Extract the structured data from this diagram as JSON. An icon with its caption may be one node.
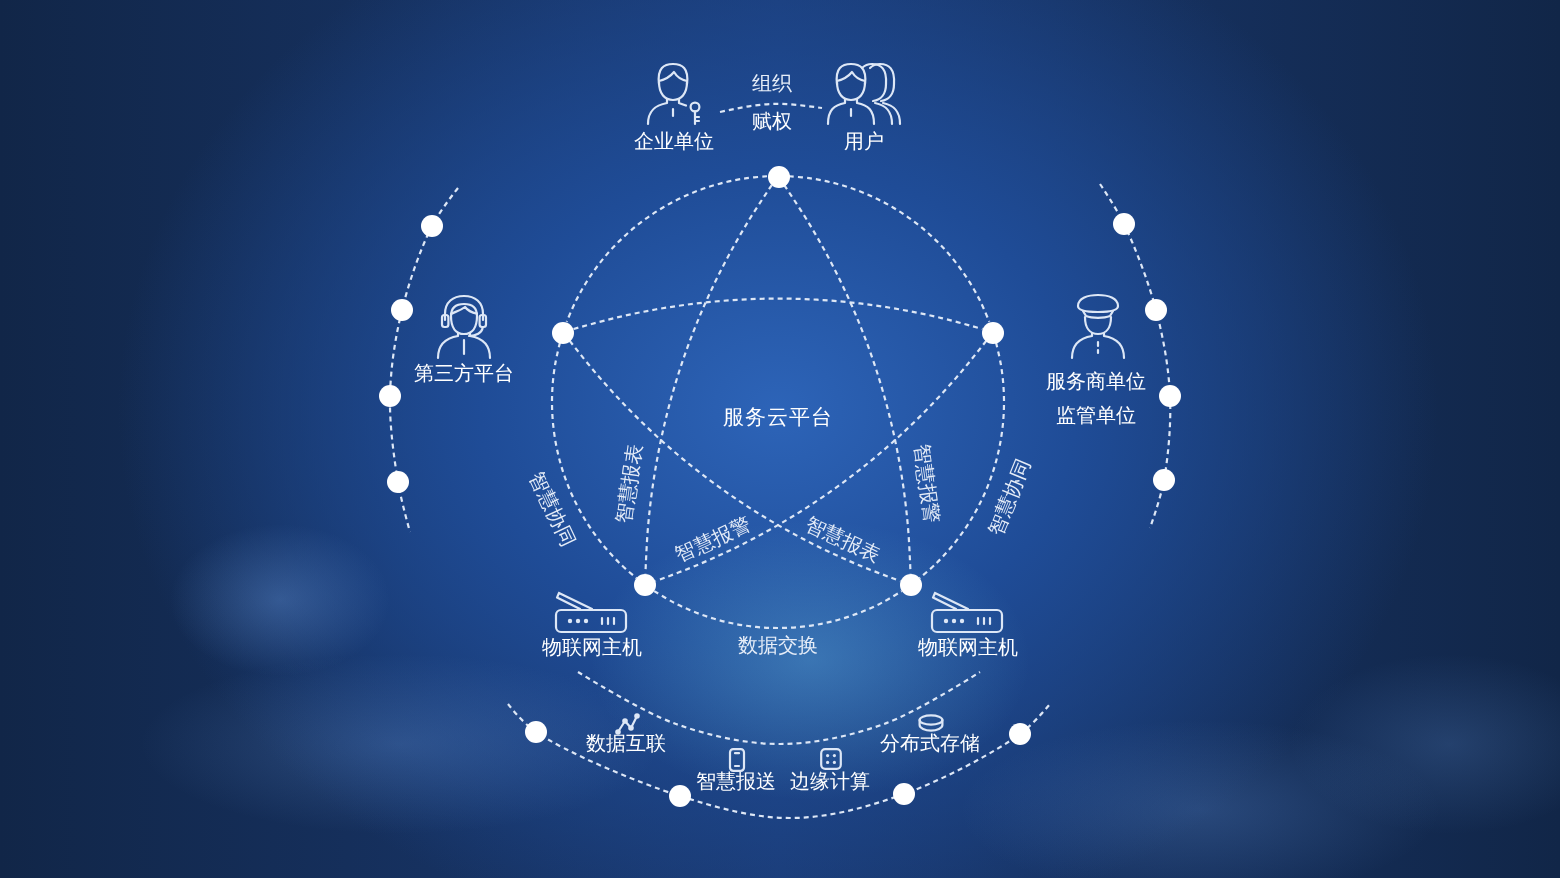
{
  "diagram": {
    "nodes": [
      {
        "text": [
          "企业单位"
        ]
      },
      {
        "text": [
          "用户"
        ]
      },
      {
        "text": [],
        "shape": "circle"
      },
      {
        "text": [],
        "shape": "circle",
        "beside": [
          "第三方平台"
        ]
      },
      {
        "text": [],
        "shape": "circle",
        "beside": [
          "服务商单位",
          "监管单位"
        ]
      },
      {
        "text": [],
        "shape": "circle",
        "beside": [
          "物联网主机"
        ]
      },
      {
        "text": [],
        "shape": "circle",
        "beside": [
          "物联网主机"
        ]
      }
    ],
    "edges": [
      {
        "from": 0,
        "to": 1,
        "arrow": "none",
        "label": "组织",
        "style": "dashed"
      },
      {
        "from": 2,
        "to": 5,
        "arrow": "none",
        "label": "智慧报表",
        "style": "dashed"
      },
      {
        "from": 2,
        "to": 6,
        "arrow": "none",
        "label": "智慧报警",
        "style": "dashed"
      },
      {
        "from": 3,
        "to": 4,
        "arrow": "none",
        "style": "dashed"
      },
      {
        "from": 3,
        "to": 6,
        "arrow": "none",
        "label": "智慧报表",
        "style": "dashed"
      },
      {
        "from": 4,
        "to": 5,
        "arrow": "none",
        "label": "智慧报警",
        "style": "dashed"
      },
      {
        "from": 2,
        "to": 3,
        "arrow": "none",
        "style": "dashed"
      },
      {
        "from": 2,
        "to": 4,
        "arrow": "none",
        "style": "dashed"
      },
      {
        "from": 3,
        "to": 5,
        "arrow": "none",
        "label": "智慧协同",
        "style": "dashed"
      },
      {
        "from": 4,
        "to": 6,
        "arrow": "none",
        "label": "智慧协同",
        "style": "dashed"
      },
      {
        "from": 5,
        "to": 6,
        "arrow": "none",
        "label": "数据交换",
        "style": "dashed"
      }
    ],
    "labels": [
      "赋权",
      "服务云平台",
      "数据互联",
      "分布式存储",
      "智慧报送",
      "边缘计算"
    ]
  }
}
